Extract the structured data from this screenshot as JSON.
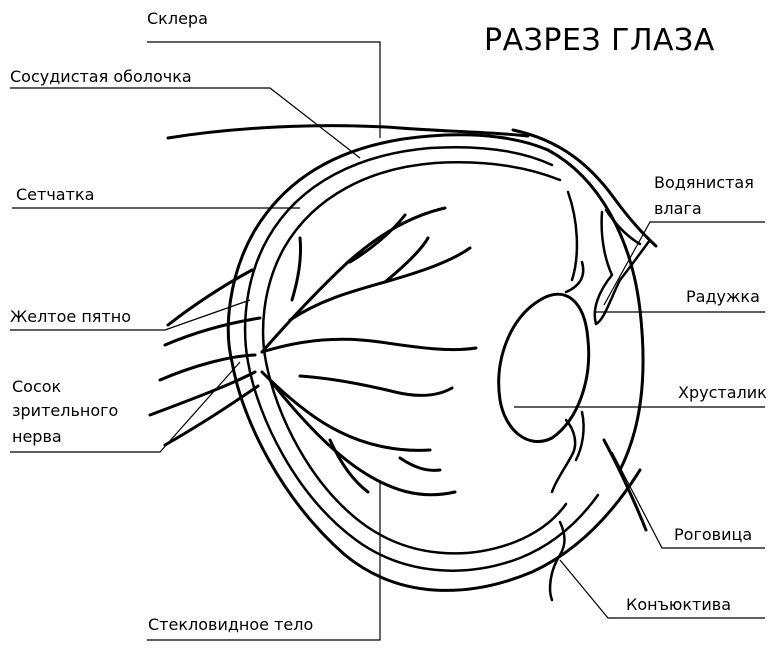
{
  "title": "РАЗРЕЗ ГЛАЗА",
  "labels": {
    "sclera": "Склера",
    "choroid": "Сосудистая оболочка",
    "retina": "Сетчатка",
    "macula": "Желтое пятно",
    "optic_disc_1": "Сосок",
    "optic_disc_2": "зрительного",
    "optic_disc_3": "нерва",
    "vitreous": "Стекловидное тело",
    "aqueous_1": "Водянистая",
    "aqueous_2": "влага",
    "iris": "Радужка",
    "lens": "Хрусталик",
    "cornea": "Роговица",
    "conjunctiva": "Конъюктива"
  }
}
